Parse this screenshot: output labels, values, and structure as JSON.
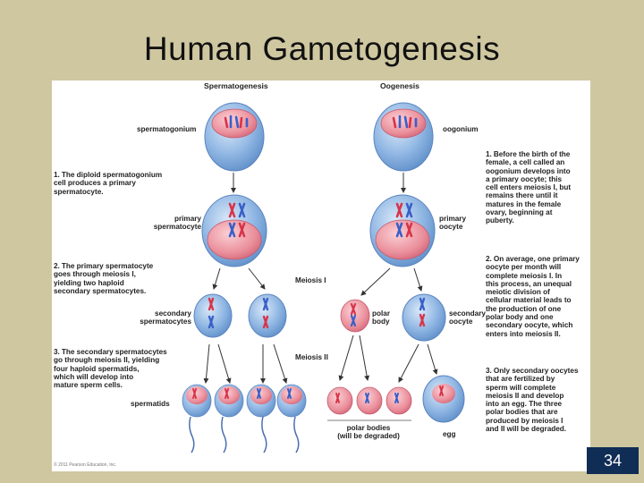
{
  "slide": {
    "title": "Human Gametogenesis",
    "page_number": "34"
  },
  "diagram": {
    "headers": {
      "left": "Spermatogenesis",
      "right": "Oogenesis"
    },
    "labels": {
      "spermatogonium": "spermatogonium",
      "oogonium": "oogonium",
      "primary_spermatocyte": "primary\nspermatocyte",
      "primary_oocyte": "primary\noocyte",
      "secondary_spermatocytes": "secondary\nspermatocytes",
      "polar_body": "polar\nbody",
      "secondary_oocyte": "secondary\noocyte",
      "spermatids": "spermatids",
      "polar_bodies": "polar bodies\n(will be degraded)",
      "egg": "egg",
      "meiosis_1": "Meiosis I",
      "meiosis_2": "Meiosis II"
    },
    "steps_left": [
      {
        "num": "1.",
        "text": "The diploid spermatogonium\ncell produces a primary\nspermatocyte."
      },
      {
        "num": "2.",
        "text": "The primary spermatocyte\ngoes through meiosis I,\nyielding two haploid\nsecondary spermatocytes."
      },
      {
        "num": "3.",
        "text": "The secondary spermatocytes\ngo through meiosis II, yielding\nfour haploid spermatids,\nwhich will develop into\nmature sperm cells."
      }
    ],
    "steps_right": [
      {
        "num": "1.",
        "text": "Before the birth of the\nfemale, a cell called an\noogonium develops into\na primary oocyte; this\ncell enters meiosis I, but\nremains there until it\nmatures in the female\novary, beginning at\npuberty."
      },
      {
        "num": "2.",
        "text": "On average, one primary\noocyte per month will\ncomplete meiosis I. In\nthis process, an unequal\nmeiotic division of\ncellular material leads to\nthe production of one\npolar body and one\nsecondary oocyte, which\nenters into meiosis II."
      },
      {
        "num": "3.",
        "text": "Only secondary oocytes\nthat are fertilized by\nsperm will complete\nmeiosis II and develop\ninto an egg. The three\npolar bodies that are\nproduced by meiosis I\nand II will be degraded."
      }
    ],
    "copyright": "© 2011 Pearson Education, Inc.",
    "colors": {
      "background": "#cfc7a0",
      "cell_blue": "#8fb6e3",
      "nucleus_pink": "#e98a96",
      "chromosome_red": "#d8344a",
      "chromosome_blue": "#3a5fc8",
      "page_number_bg": "#0f2d55"
    }
  }
}
